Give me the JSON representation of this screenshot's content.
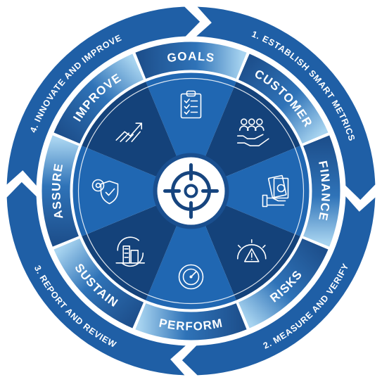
{
  "outer_ring": [
    {
      "label": "1. ESTABLISH SMART METRICS"
    },
    {
      "label": "2. MEASURE AND VERIFY"
    },
    {
      "label": "3. REPORT AND REVIEW"
    },
    {
      "label": "4. INNOVATE AND IMPROVE"
    }
  ],
  "segments": [
    {
      "label": "GOALS",
      "icon": "clipboard-checklist-icon"
    },
    {
      "label": "CUSTOMER",
      "icon": "hand-people-icon"
    },
    {
      "label": "FINANCE",
      "icon": "money-hand-icon"
    },
    {
      "label": "RISKS",
      "icon": "risk-gauge-warning-icon"
    },
    {
      "label": "PERFORM",
      "icon": "speedometer-icon"
    },
    {
      "label": "SUSTAIN",
      "icon": "sustainable-buildings-icon"
    },
    {
      "label": "ASSURE",
      "icon": "gear-shield-badge-icon"
    },
    {
      "label": "IMPROVE",
      "icon": "growth-chart-icon"
    }
  ],
  "center": {
    "icon": "target-crosshair-icon"
  },
  "colors": {
    "outer_ring": "#1f5fa6",
    "label_band_dark": "#1d4f8c",
    "label_band_light": "#a8d4f0",
    "segment_dark": "#14427a",
    "segment_light": "#2067b2",
    "center_ring": "#1a4f8f",
    "center_fill": "#ffffff",
    "target": "#17457f"
  }
}
